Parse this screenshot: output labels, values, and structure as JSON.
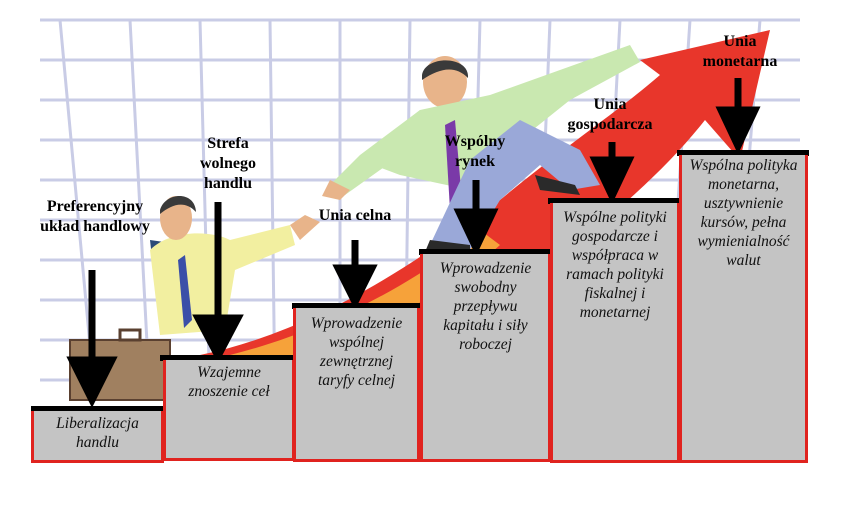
{
  "steps": [
    {
      "label": "Preferencyjny układ handlowy",
      "box_text": "Liberalizacja handlu"
    },
    {
      "label": "Strefa wolnego handlu",
      "box_text": "Wzajemne znoszenie ceł"
    },
    {
      "label": "Unia celna",
      "box_text": "Wprowadzenie wspólnej zewnętrznej taryfy celnej"
    },
    {
      "label": "Wspólny rynek",
      "box_text": "Wprowadzenie swobodny przepływu kapitału i siły roboczej"
    },
    {
      "label": "Unia gospodarcza",
      "box_text": "Wspólne polityki gospodarcze i współpraca w ramach polityki fiskalnej i monetarnej"
    },
    {
      "label": "Unia monetarna",
      "box_text": "Wspólna polityka monetarna, usztywnienie kursów, pełna wymienialność walut"
    }
  ],
  "colors": {
    "box_fill": "#c4c4c4",
    "box_border": "#e0231f",
    "step_line": "#000000",
    "arrow": "#e8362b",
    "arrow_light": "#f6a23a",
    "grid": "#c9cce6"
  },
  "illustration": {
    "figures": [
      "businessman-with-briefcase",
      "businessman-climbing"
    ],
    "background": "grid-with-rising-red-arrow"
  }
}
